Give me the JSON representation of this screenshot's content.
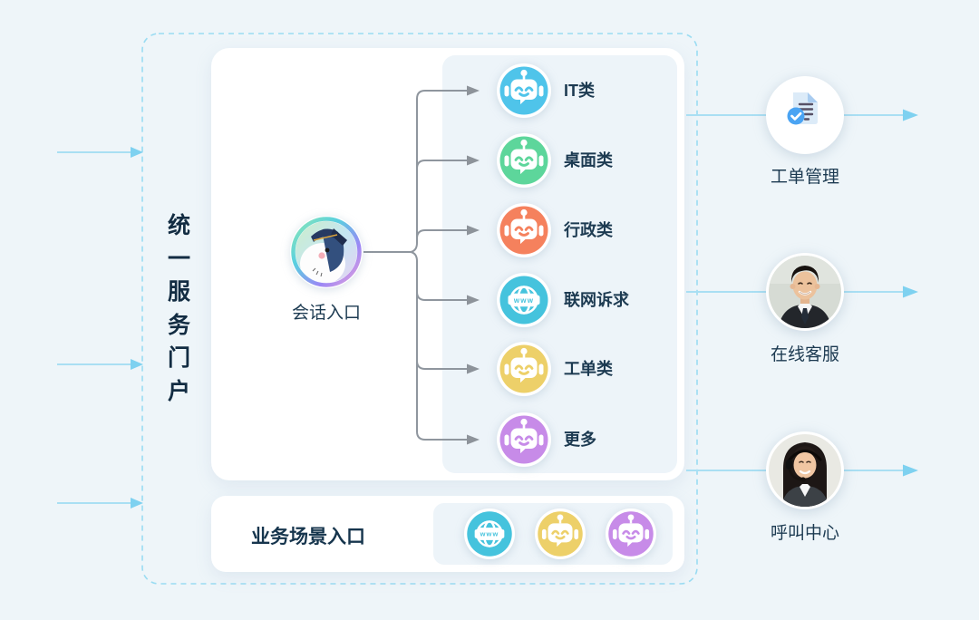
{
  "portal": {
    "title": "统一服务门户",
    "title_chars": [
      "统",
      "一",
      "服",
      "务",
      "门",
      "户"
    ]
  },
  "conversation_entry": {
    "label": "会话入口",
    "avatar": "mascot-penguin-police-hat"
  },
  "globe_text": "www",
  "categories": [
    {
      "label": "IT类",
      "icon": "robot-icon",
      "color": "#4fc4ea"
    },
    {
      "label": "桌面类",
      "icon": "robot-icon",
      "color": "#5dd69b"
    },
    {
      "label": "行政类",
      "icon": "robot-icon",
      "color": "#f5815d"
    },
    {
      "label": "联网诉求",
      "icon": "globe-www-icon",
      "color": "#45c3dd"
    },
    {
      "label": "工单类",
      "icon": "robot-icon",
      "color": "#edd069"
    },
    {
      "label": "更多",
      "icon": "robot-icon",
      "color": "#c78be8"
    }
  ],
  "business_entry": {
    "label": "业务场景入口",
    "icons": [
      {
        "icon": "globe-www-icon",
        "color": "#45c3dd"
      },
      {
        "icon": "robot-icon",
        "color": "#edd069"
      },
      {
        "icon": "robot-icon",
        "color": "#c78be8"
      }
    ]
  },
  "channels": [
    {
      "label": "工单管理",
      "icon": "ticket-check-document-icon"
    },
    {
      "label": "在线客服",
      "icon": "male-agent-photo"
    },
    {
      "label": "呼叫中心",
      "icon": "female-agent-headset-photo"
    }
  ],
  "colors": {
    "background": "#eef5f9",
    "dashed_border": "#9adcf2",
    "card": "#ffffff",
    "panel": "#edf4f9",
    "flow_line_blue": "#a9dff3",
    "flow_arrow_blue": "#7ed1f0",
    "tree_line_gray": "#8f969e",
    "text_dark": "#1c3a51"
  }
}
